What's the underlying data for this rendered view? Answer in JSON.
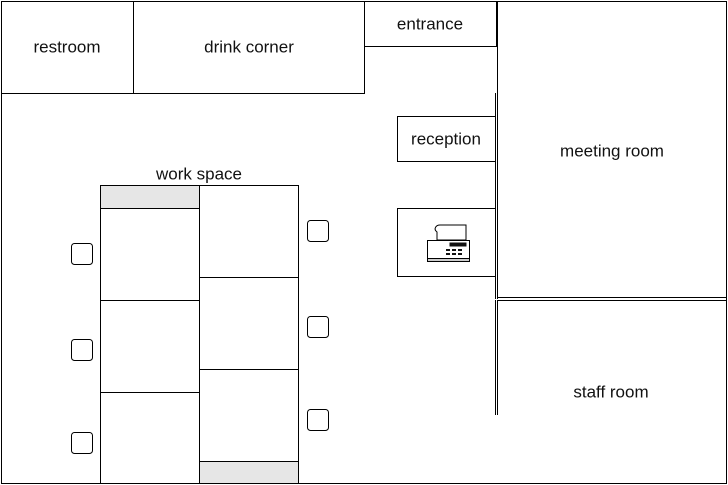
{
  "rooms": {
    "restroom": "restroom",
    "drink_corner": "drink corner",
    "entrance": "entrance",
    "reception": "reception",
    "meeting_room": "meeting room",
    "work_space": "work space",
    "staff_room": "staff room"
  },
  "icons": {
    "printer": "printer-icon"
  },
  "colors": {
    "line": "#000000",
    "background": "#ffffff",
    "desk_end_fill": "#e6e6e6"
  }
}
